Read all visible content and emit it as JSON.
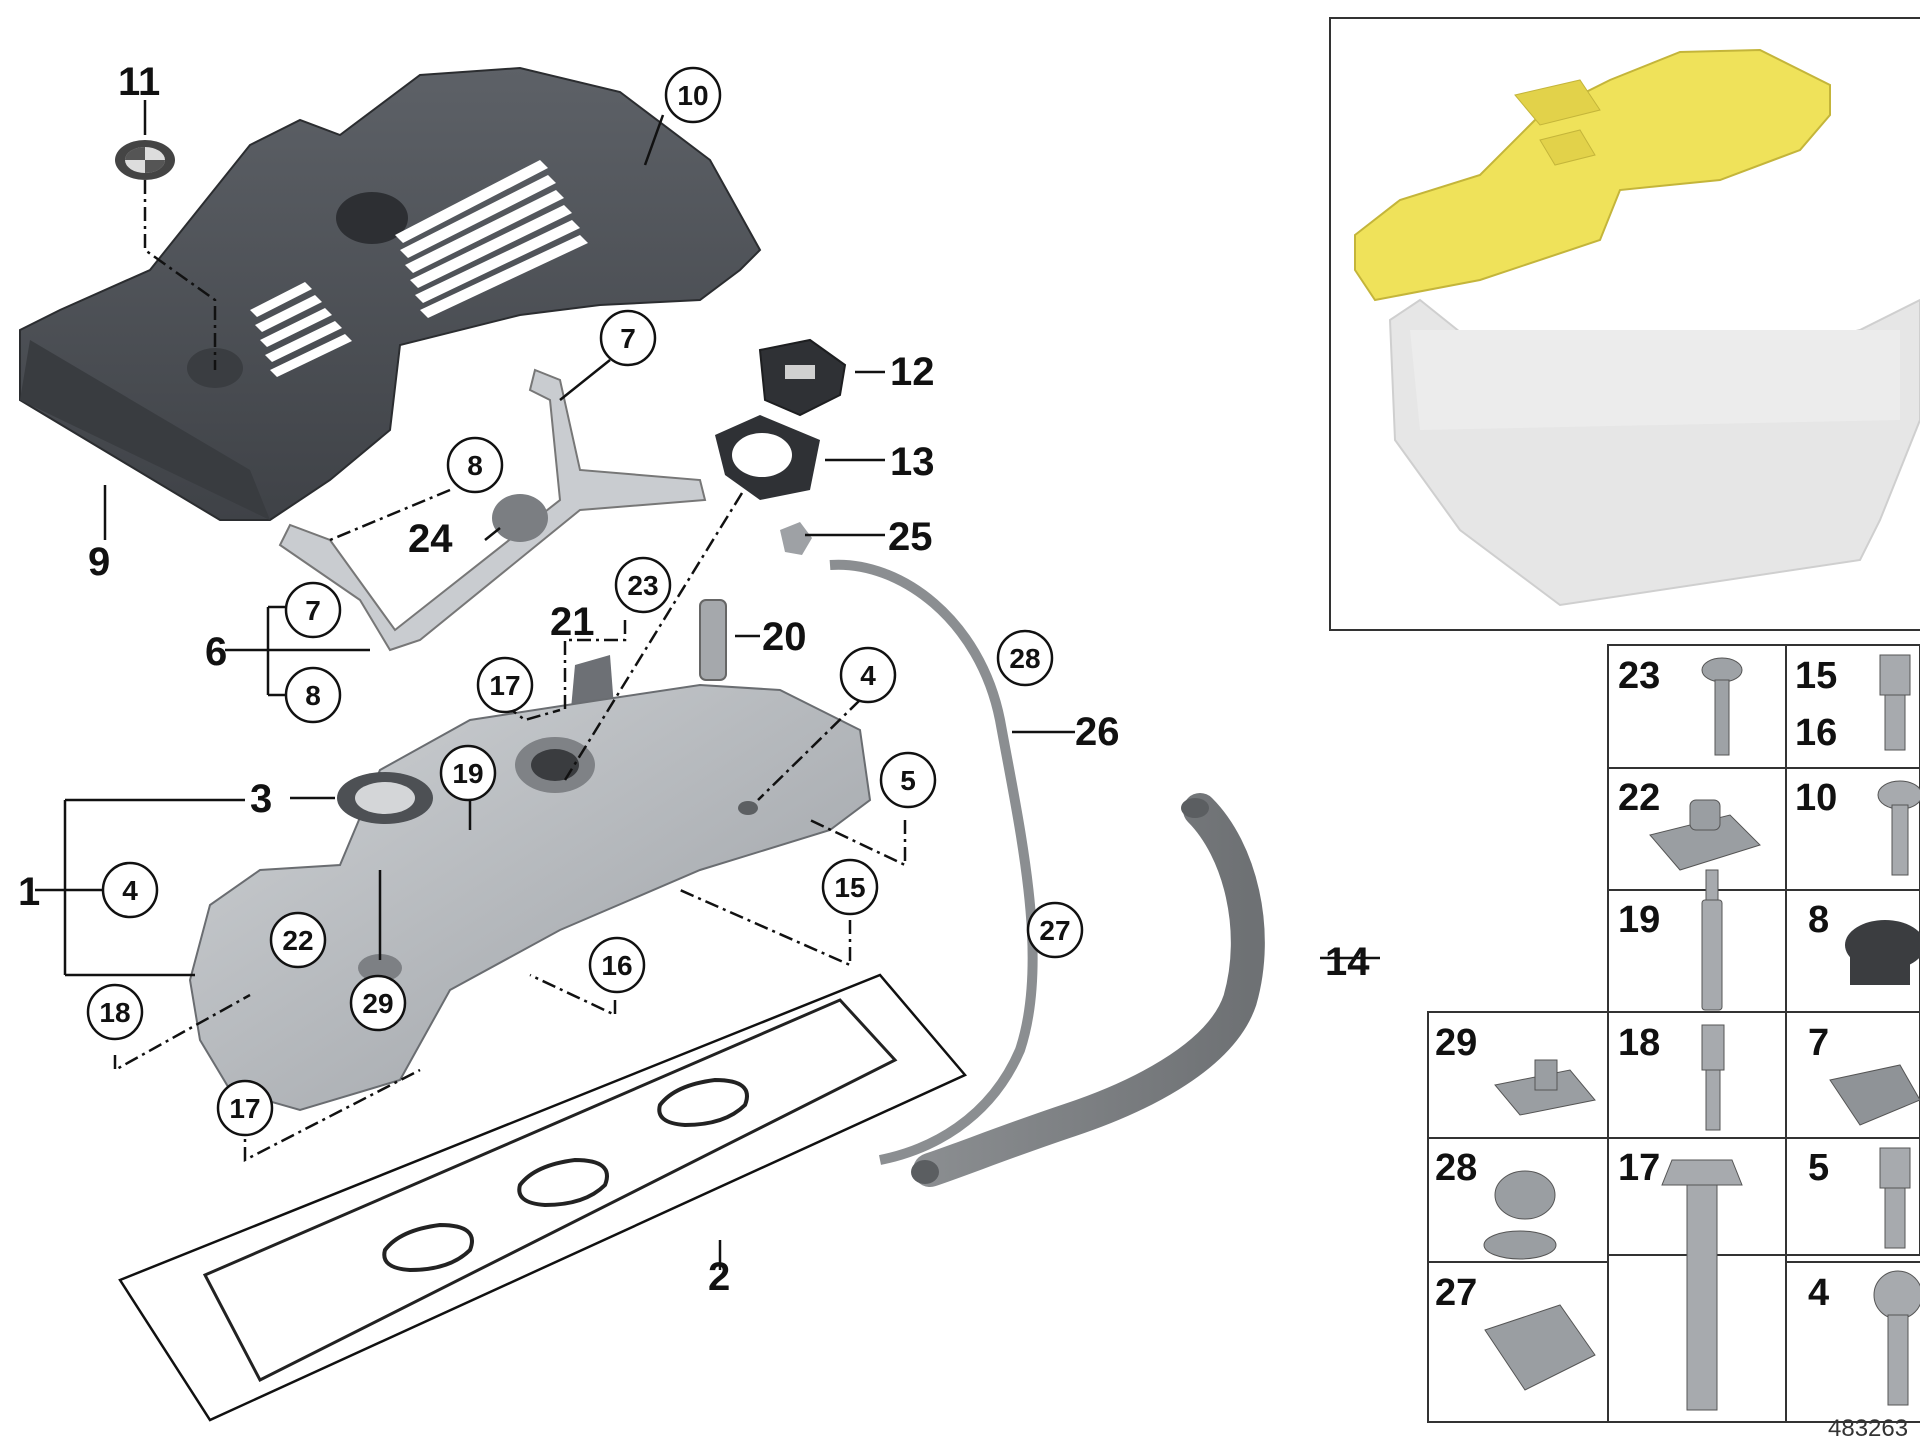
{
  "diagram": {
    "reference_number": "483263",
    "callouts": [
      "1",
      "2",
      "3",
      "6",
      "9",
      "11",
      "12",
      "13",
      "14",
      "20",
      "21",
      "24",
      "25",
      "26"
    ],
    "circled": [
      "4",
      "5",
      "7",
      "7b",
      "8",
      "8b",
      "10",
      "15",
      "16",
      "17",
      "17b",
      "18",
      "19",
      "22",
      "23",
      "27",
      "28",
      "29"
    ],
    "circled_labels": {
      "4": "4",
      "5": "5",
      "7": "7",
      "7b": "7",
      "8": "8",
      "8b": "8",
      "10": "10",
      "15": "15",
      "16": "16",
      "17": "17",
      "17b": "17",
      "18": "18",
      "19": "19",
      "22": "22",
      "23": "23",
      "27": "27",
      "28": "28",
      "29": "29"
    },
    "callout_labels": {
      "1": "1",
      "2": "2",
      "3": "3",
      "6": "6",
      "9": "9",
      "11": "11",
      "12": "12",
      "13": "13",
      "14": "14",
      "20": "20",
      "21": "21",
      "24": "24",
      "25": "25",
      "26": "26"
    },
    "legend_cells": [
      {
        "id": "23",
        "label": "23"
      },
      {
        "id": "15",
        "label": "15",
        "label2": "16"
      },
      {
        "id": "22",
        "label": "22"
      },
      {
        "id": "10",
        "label": "10"
      },
      {
        "id": "19",
        "label": "19"
      },
      {
        "id": "8",
        "label": "8"
      },
      {
        "id": "29",
        "label": "29"
      },
      {
        "id": "18",
        "label": "18"
      },
      {
        "id": "7",
        "label": "7"
      },
      {
        "id": "28",
        "label": "28"
      },
      {
        "id": "17",
        "label": "17"
      },
      {
        "id": "5",
        "label": "5"
      },
      {
        "id": "27",
        "label": "27"
      },
      {
        "id": "4",
        "label": "4"
      }
    ],
    "colors": {
      "cover_dark": "#4a4d52",
      "cover_mid": "#5c6066",
      "valve_cover": "#b9bcc0",
      "highlight": "#efe25a",
      "engine_ghost": "#e4e4e4",
      "line": "#111111"
    }
  }
}
